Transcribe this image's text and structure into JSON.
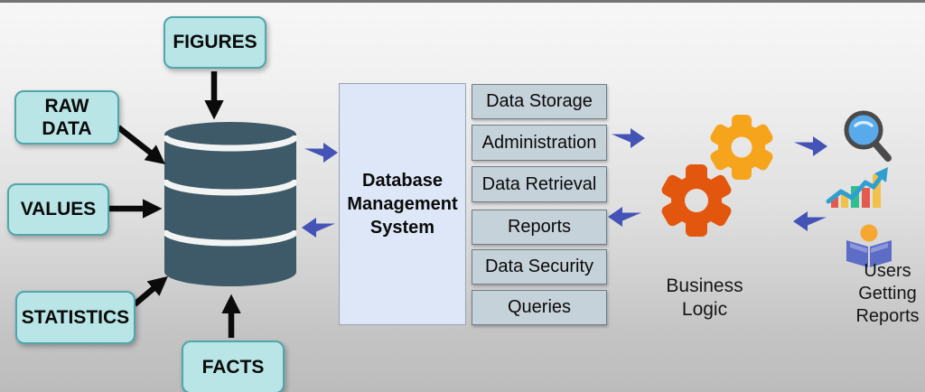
{
  "diagram": {
    "sources": [
      {
        "label": "FIGURES"
      },
      {
        "label": "RAW\nDATA"
      },
      {
        "label": "VALUES"
      },
      {
        "label": "STATISTICS"
      },
      {
        "label": "FACTS"
      }
    ],
    "dbms": {
      "title": "Database\nManagement\nSystem",
      "functions": [
        "Data Storage",
        "Administration",
        "Data Retrieval",
        "Reports",
        "Data Security",
        "Queries"
      ]
    },
    "business_logic": {
      "label": "Business\nLogic"
    },
    "users": {
      "label": "Users\nGetting\nReports"
    },
    "colors": {
      "source_box_fill": "#b9e5e6",
      "source_box_border": "#4fa6ab",
      "database_cylinder": "#3e5a68",
      "dbms_box_fill": "#dde7f8",
      "function_box_fill": "#c6d2da",
      "arrow_blue": "#4453b6",
      "arrow_black": "#0b0b0b",
      "gear_orange": "#f6a41c",
      "gear_red": "#e2570d",
      "magnifier_lens": "#58aaeb",
      "chart_bar_red": "#e45a4f",
      "chart_bar_yellow": "#f3c04a",
      "chart_bar_green": "#2fbf8f",
      "reader_book": "#5d6cc4"
    }
  }
}
